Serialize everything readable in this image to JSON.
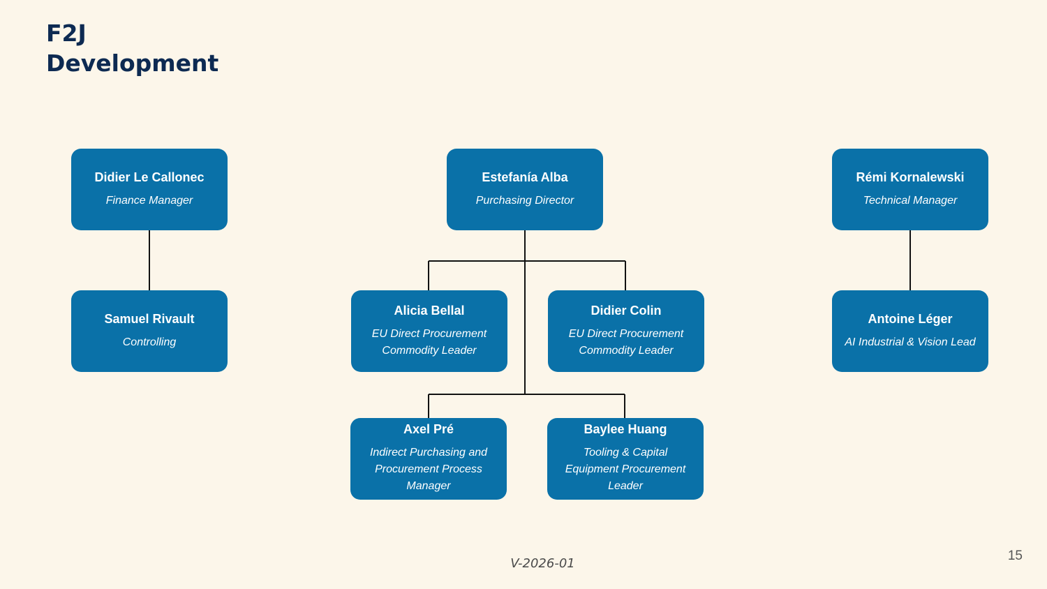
{
  "title": {
    "line1": "F2J",
    "line2": "Development"
  },
  "nodes": {
    "finance": {
      "name": "Didier Le Callonec",
      "role": "Finance Manager"
    },
    "controlling": {
      "name": "Samuel Rivault",
      "role": "Controlling"
    },
    "director": {
      "name": "Estefanía Alba",
      "role": "Purchasing Director"
    },
    "alicia": {
      "name": "Alicia Bellal",
      "role": "EU Direct Procurement Commodity Leader"
    },
    "didier_colin": {
      "name": "Didier Colin",
      "role": "EU Direct Procurement Commodity Leader"
    },
    "axel": {
      "name": "Axel Pré",
      "role": "Indirect Purchasing and Procurement Process Manager"
    },
    "baylee": {
      "name": "Baylee Huang",
      "role": "Tooling & Capital Equipment Procurement Leader"
    },
    "technical": {
      "name": "Rémi Kornalewski",
      "role": "Technical Manager"
    },
    "antoine": {
      "name": "Antoine Léger",
      "role": "AI Industrial & Vision Lead"
    }
  },
  "footer": {
    "version": "V-2026-01",
    "page_number": "15"
  }
}
